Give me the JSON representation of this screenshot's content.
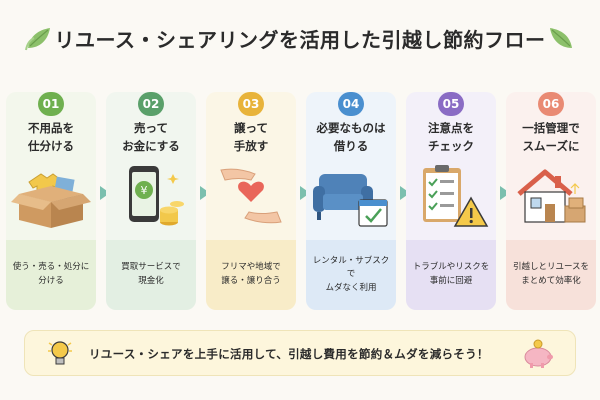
{
  "title": "リユース・シェアリングを活用した引越し節約フロー",
  "steps": [
    {
      "num": "01",
      "title": "不用品を\n仕分ける",
      "desc": "使う・売る・処分に\n分ける",
      "color": "#6fb04f",
      "bg_top": "#f3f7ec",
      "bg_bottom": "#e6f0d9"
    },
    {
      "num": "02",
      "title": "売って\nお金にする",
      "desc": "買取サービスで\n現金化",
      "color": "#5aa06a",
      "bg_top": "#f1f6ef",
      "bg_bottom": "#e3efe3"
    },
    {
      "num": "03",
      "title": "譲って\n手放す",
      "desc": "フリマや地域で\n譲る・譲り合う",
      "color": "#e8b33a",
      "bg_top": "#fbf6e6",
      "bg_bottom": "#f8ecc8"
    },
    {
      "num": "04",
      "title": "必要なものは\n借りる",
      "desc": "レンタル・サブスクで\nムダなく利用",
      "color": "#4a8fcf",
      "bg_top": "#eef4fa",
      "bg_bottom": "#dde9f6"
    },
    {
      "num": "05",
      "title": "注意点を\nチェック",
      "desc": "トラブルやリスクを\n事前に回避",
      "color": "#8a6cc4",
      "bg_top": "#f3f0f9",
      "bg_bottom": "#e6e0f3"
    },
    {
      "num": "06",
      "title": "一括管理で\nスムーズに",
      "desc": "引越しとリユースを\nまとめて効率化",
      "color": "#e98a73",
      "bg_top": "#fbf1ee",
      "bg_bottom": "#f7e1da"
    }
  ],
  "icons": [
    "box-of-clothes-icon",
    "smartphone-yen-coins-icon",
    "hands-heart-icon",
    "sofa-calendar-icon",
    "checklist-warning-icon",
    "house-boxes-icon"
  ],
  "banner": {
    "text": "リユース・シェアを上手に活用して、引越し費用を節約＆ムダを減らそう！"
  },
  "colors": {
    "arrow": "#7bbfae",
    "leaf": "#8cc06a",
    "accent": "#f4c94a"
  }
}
